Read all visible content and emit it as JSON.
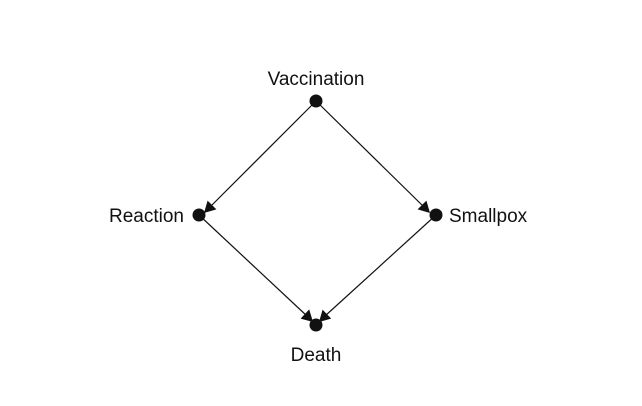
{
  "diagram": {
    "nodes": [
      {
        "id": "vaccination",
        "label": "Vaccination"
      },
      {
        "id": "reaction",
        "label": "Reaction"
      },
      {
        "id": "smallpox",
        "label": "Smallpox"
      },
      {
        "id": "death",
        "label": "Death"
      }
    ],
    "edges": [
      {
        "from": "vaccination",
        "to": "reaction"
      },
      {
        "from": "vaccination",
        "to": "smallpox"
      },
      {
        "from": "reaction",
        "to": "death"
      },
      {
        "from": "smallpox",
        "to": "death"
      }
    ],
    "colors": {
      "ink": "#111111",
      "background": "#ffffff"
    }
  }
}
